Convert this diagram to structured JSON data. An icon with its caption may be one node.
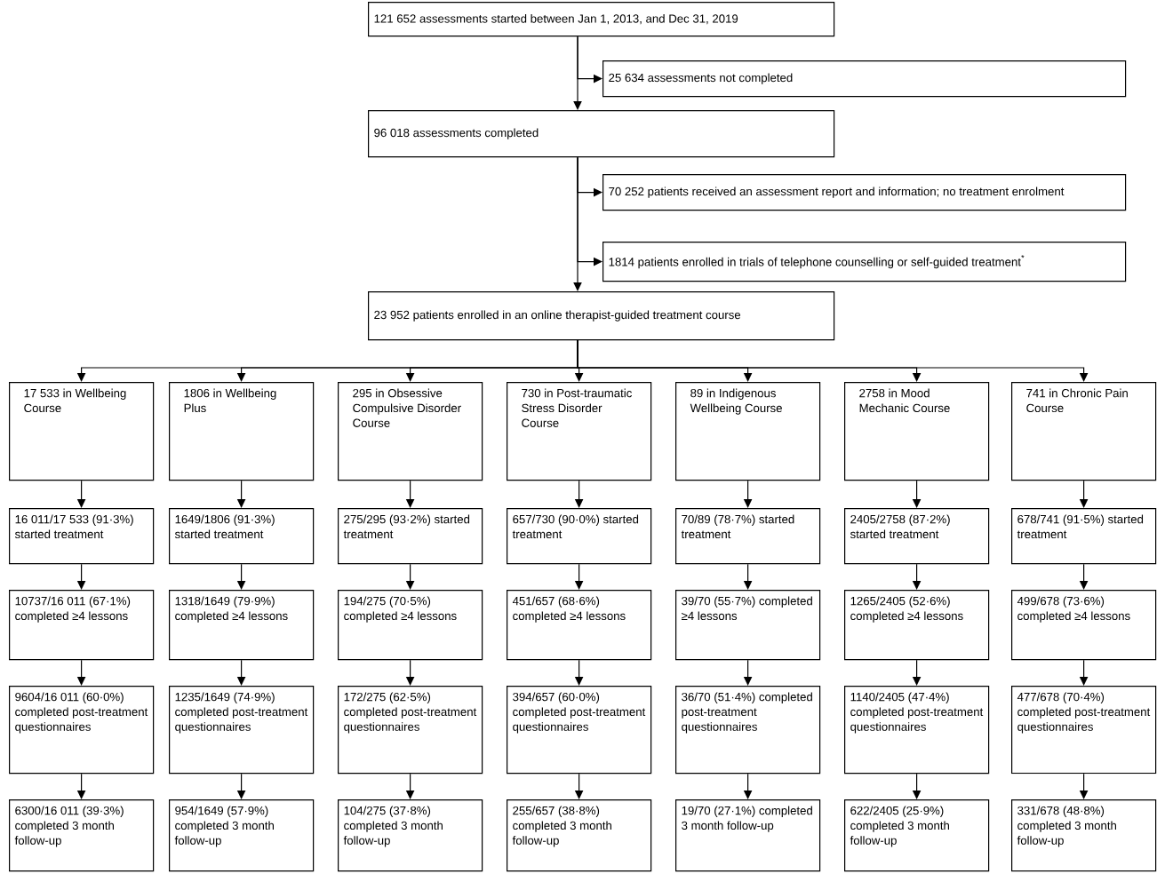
{
  "diagram": {
    "nodes": [
      {
        "text": [
          "121 652 assessments started between Jan 1, 2013, and Dec 31, 2019"
        ]
      },
      {
        "text": [
          "25 634 assessments not completed"
        ]
      },
      {
        "text": [
          "96 018 assessments completed"
        ]
      },
      {
        "text": [
          "70 252 patients received an assessment report and information; no treatment enrolment"
        ]
      },
      {
        "text": [
          "1814 patients enrolled in trials of telephone counselling or self-guided treatment$^{*}$"
        ]
      },
      {
        "text": [
          "23 952 patients enrolled in an online therapist-guided treatment course"
        ]
      },
      {
        "text": [
          "17 533 in Wellbeing Course"
        ]
      },
      {
        "text": [
          "1806 in Wellbeing Plus"
        ]
      },
      {
        "text": [
          "295 in Obsessive Compulsive Disorder Course"
        ]
      },
      {
        "text": [
          "730 in Post-traumatic Stress Disorder Course"
        ]
      },
      {
        "text": [
          "89 in Indigenous Wellbeing Course"
        ]
      },
      {
        "text": [
          "2758 in Mood Mechanic Course"
        ]
      },
      {
        "text": [
          "741 in Chronic Pain Course"
        ]
      },
      {
        "text": [
          "16 011/17 533 (91·3%) started treatment"
        ]
      },
      {
        "text": [
          "1649/1806 (91·3%) started treatment"
        ]
      },
      {
        "text": [
          "275/295 (93·2%) started treatment"
        ]
      },
      {
        "text": [
          "657/730 (90·0%) started treatment"
        ]
      },
      {
        "text": [
          "70/89 (78·7%) started treatment"
        ]
      },
      {
        "text": [
          "2405/2758 (87·2%) started treatment"
        ]
      },
      {
        "text": [
          "678/741 (91·5%) started treatment"
        ]
      },
      {
        "text": [
          "10737/16 011 (67·1%) completed ≥4 lessons"
        ]
      },
      {
        "text": [
          "1318/1649 (79·9%) completed ≥4 lessons"
        ]
      },
      {
        "text": [
          "194/275 (70·5%) completed ≥4 lessons"
        ]
      },
      {
        "text": [
          "451/657 (68·6%) completed ≥4 lessons"
        ]
      },
      {
        "text": [
          "39/70 (55·7%) completed ≥4 lessons"
        ]
      },
      {
        "text": [
          "1265/2405 (52·6%) completed ≥4 lessons"
        ]
      },
      {
        "text": [
          "499/678 (73·6%) completed ≥4 lessons"
        ]
      },
      {
        "text": [
          "9604/16 011 (60·0%) completed post-treatment questionnaires"
        ]
      },
      {
        "text": [
          "1235/1649 (74·9%) completed post-treatment questionnaires"
        ]
      },
      {
        "text": [
          "172/275 (62·5%) completed post-treatment questionnaires"
        ]
      },
      {
        "text": [
          "394/657 (60·0%) completed post-treatment questionnaires"
        ]
      },
      {
        "text": [
          "36/70 (51·4%) completed post-treatment questionnaires"
        ]
      },
      {
        "text": [
          "1140/2405 (47·4%) completed post-treatment questionnaires"
        ]
      },
      {
        "text": [
          "477/678 (70·4%) completed post-treatment questionnaires"
        ]
      },
      {
        "text": [
          "6300/16 011 (39·3%) completed 3 month follow-up"
        ]
      },
      {
        "text": [
          "954/1649 (57·9%) completed 3 month follow-up"
        ]
      },
      {
        "text": [
          "104/275 (37·8%) completed 3 month follow-up"
        ]
      },
      {
        "text": [
          "255/657 (38·8%) completed 3 month follow-up"
        ]
      },
      {
        "text": [
          "19/70 (27·1%) completed 3 month follow-up"
        ]
      },
      {
        "text": [
          "622/2405 (25·9%) completed 3 month follow-up"
        ]
      },
      {
        "text": [
          "331/678 (48·8%) completed 3 month follow-up"
        ]
      }
    ],
    "edges": [
      {
        "from": 0,
        "to": 1,
        "arrow": "to"
      },
      {
        "from": 0,
        "to": 2,
        "arrow": "to"
      },
      {
        "from": 2,
        "to": 3,
        "arrow": "to"
      },
      {
        "from": 2,
        "to": 4,
        "arrow": "to"
      },
      {
        "from": 2,
        "to": 5,
        "arrow": "to"
      },
      {
        "from": 5,
        "to": 6,
        "arrow": "to"
      },
      {
        "from": 5,
        "to": 7,
        "arrow": "to"
      },
      {
        "from": 5,
        "to": 8,
        "arrow": "to"
      },
      {
        "from": 5,
        "to": 9,
        "arrow": "to"
      },
      {
        "from": 5,
        "to": 10,
        "arrow": "to"
      },
      {
        "from": 5,
        "to": 11,
        "arrow": "to"
      },
      {
        "from": 5,
        "to": 12,
        "arrow": "to"
      },
      {
        "from": 6,
        "to": 13,
        "arrow": "to"
      },
      {
        "from": 7,
        "to": 14,
        "arrow": "to"
      },
      {
        "from": 8,
        "to": 15,
        "arrow": "to"
      },
      {
        "from": 9,
        "to": 16,
        "arrow": "to"
      },
      {
        "from": 10,
        "to": 17,
        "arrow": "to"
      },
      {
        "from": 11,
        "to": 18,
        "arrow": "to"
      },
      {
        "from": 12,
        "to": 19,
        "arrow": "to"
      },
      {
        "from": 13,
        "to": 20,
        "arrow": "to"
      },
      {
        "from": 14,
        "to": 21,
        "arrow": "to"
      },
      {
        "from": 15,
        "to": 22,
        "arrow": "to"
      },
      {
        "from": 16,
        "to": 23,
        "arrow": "to"
      },
      {
        "from": 17,
        "to": 24,
        "arrow": "to"
      },
      {
        "from": 18,
        "to": 25,
        "arrow": "to"
      },
      {
        "from": 19,
        "to": 26,
        "arrow": "to"
      },
      {
        "from": 20,
        "to": 27,
        "arrow": "to"
      },
      {
        "from": 21,
        "to": 28,
        "arrow": "to"
      },
      {
        "from": 22,
        "to": 29,
        "arrow": "to"
      },
      {
        "from": 23,
        "to": 30,
        "arrow": "to"
      },
      {
        "from": 24,
        "to": 31,
        "arrow": "to"
      },
      {
        "from": 25,
        "to": 32,
        "arrow": "to"
      },
      {
        "from": 26,
        "to": 33,
        "arrow": "to"
      },
      {
        "from": 27,
        "to": 34,
        "arrow": "to"
      },
      {
        "from": 28,
        "to": 35,
        "arrow": "to"
      },
      {
        "from": 29,
        "to": 36,
        "arrow": "to"
      },
      {
        "from": 30,
        "to": 37,
        "arrow": "to"
      },
      {
        "from": 31,
        "to": 38,
        "arrow": "to"
      },
      {
        "from": 32,
        "to": 39,
        "arrow": "to"
      },
      {
        "from": 33,
        "to": 40,
        "arrow": "to"
      }
    ]
  }
}
